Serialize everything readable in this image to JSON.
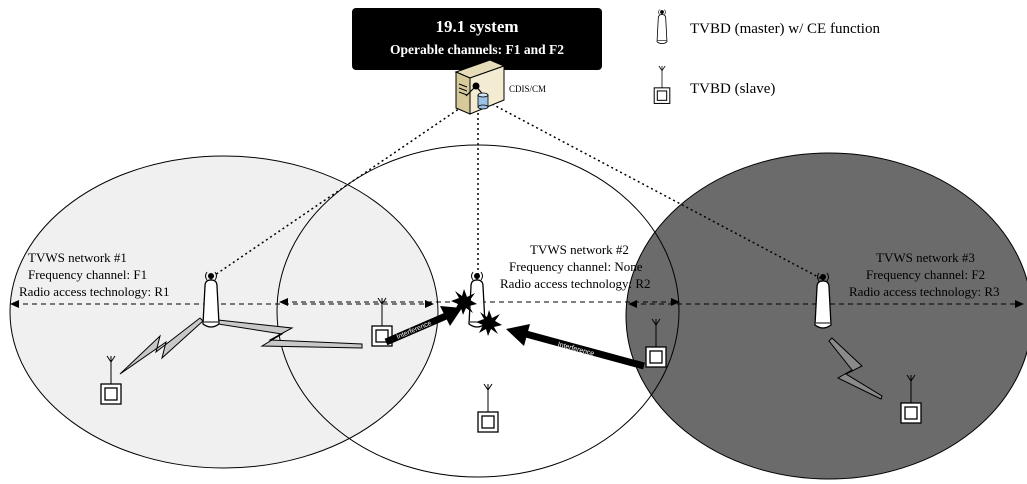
{
  "system_box": {
    "title": "19.1 system",
    "subtitle": "Operable channels: F1 and F2"
  },
  "server": {
    "label": "CDIS/CM"
  },
  "legend": {
    "master": "TVBD (master) w/ CE function",
    "slave": "TVBD (slave)"
  },
  "networks": [
    {
      "name": "TVWS network #1",
      "frequency": "Frequency channel: F1",
      "rat": "Radio access technology: R1"
    },
    {
      "name": "TVWS network #2",
      "frequency": "Frequency channel:  None",
      "rat": "Radio access technology: R2"
    },
    {
      "name": "TVWS network #3",
      "frequency": "Frequency channel: F2",
      "rat": "Radio access technology: R3"
    }
  ],
  "interference": {
    "left": "Interference",
    "right": "Interference"
  },
  "colors": {
    "network1_fill": "#f0f0f0",
    "network2_fill": "#ffffff",
    "network3_fill": "#6b6b6b",
    "title_box": "#000000",
    "lightning_fill": "#c8c8c8"
  }
}
